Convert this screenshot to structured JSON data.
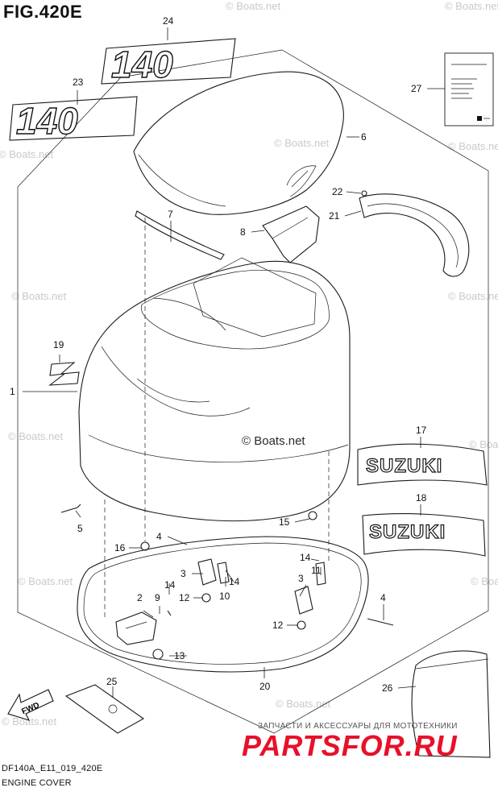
{
  "header": {
    "figure_id": "FIG.420E"
  },
  "footer": {
    "model_code": "DF140A_E11_019_420E",
    "section_name": "ENGINE COVER"
  },
  "decals": {
    "number_140": "140",
    "suzuki": "SUZUKI",
    "fwd": "FWD"
  },
  "watermarks": {
    "boats": "© Boats.net"
  },
  "brand": {
    "tagline": "ЗАПЧАСТИ И АКСЕССУАРЫ ДЛЯ МОТОТЕХНИКИ",
    "name": "PARTSFOR.RU",
    "color": "#e8102a"
  },
  "callouts": [
    "1",
    "2",
    "3",
    "3",
    "4",
    "4",
    "5",
    "6",
    "7",
    "8",
    "9",
    "10",
    "11",
    "12",
    "12",
    "13",
    "14",
    "14",
    "14",
    "15",
    "16",
    "17",
    "18",
    "19",
    "20",
    "21",
    "22",
    "23",
    "24",
    "25",
    "26",
    "27"
  ]
}
